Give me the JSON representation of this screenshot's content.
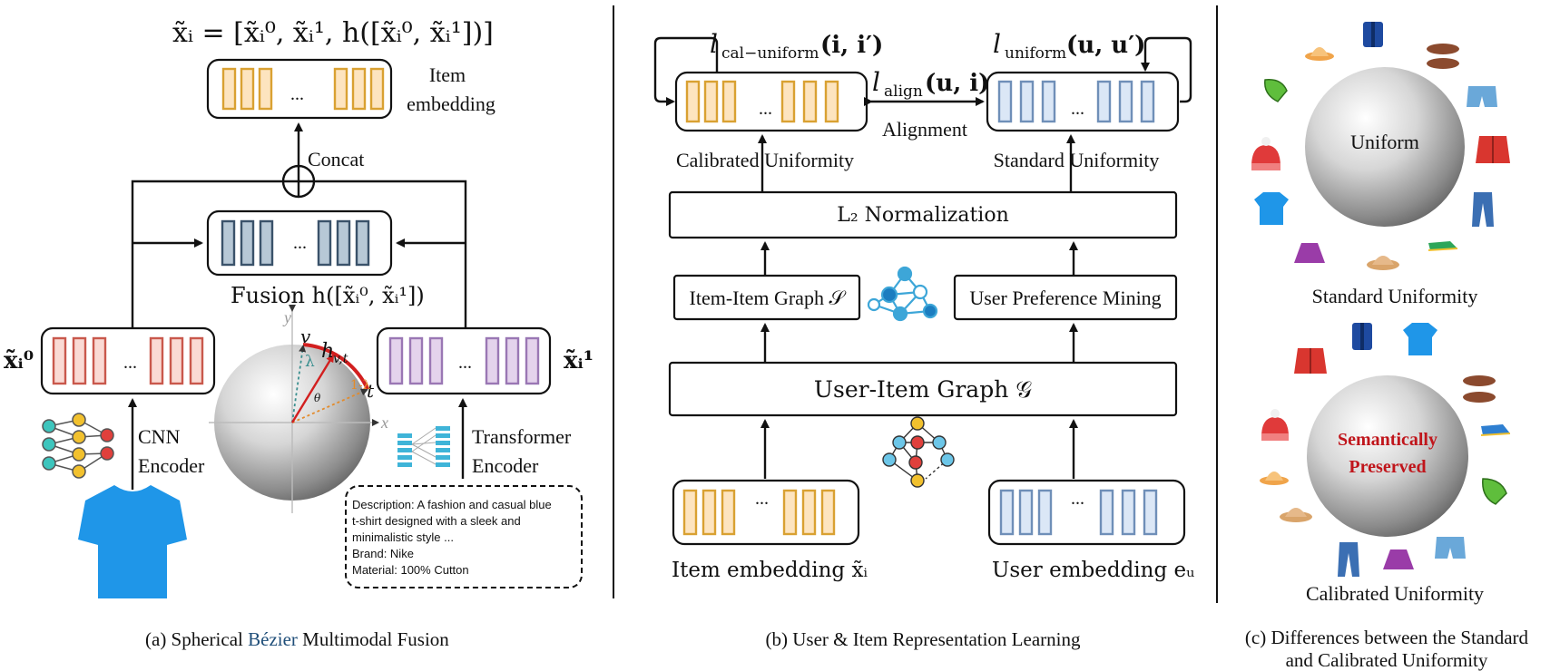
{
  "panel_a": {
    "caption_prefix": "(a) Spherical ",
    "caption_highlight": "Bézier",
    "caption_suffix": " Multimodal Fusion",
    "top_formula": "x̃ᵢ = [x̃ᵢ⁰, x̃ᵢ¹, h([x̃ᵢ⁰, x̃ᵢ¹])]",
    "item_embedding_line1": "Item",
    "item_embedding_line2": "embedding",
    "concat_label": "Concat",
    "fusion_label": "Fusion h([x̃ᵢ⁰, x̃ᵢ¹])",
    "left_vector_label": "x̃ᵢ⁰",
    "right_vector_label": "x̃ᵢ¹",
    "cnn_line1": "CNN",
    "cnn_line2": "Encoder",
    "transformer_line1": "Transformer",
    "transformer_line2": "Encoder",
    "ellipsis": "...",
    "sphere_y": "y",
    "sphere_x": "x",
    "sphere_v": "v",
    "sphere_h": "h",
    "sphere_h_sub": "v,t",
    "sphere_t": "t",
    "sphere_lambda": "λ",
    "sphere_one_minus_lambda": "1-λ",
    "sphere_theta": "θ",
    "description_lines": [
      "Description: A fashion and casual blue",
      "t-shirt designed with a sleek and",
      "minimalistic style ...",
      "Brand: Nike",
      "Material: 100% Cutton"
    ]
  },
  "panel_b": {
    "caption": "(b) User & Item Representation Learning",
    "loss_left": "l",
    "loss_left_sub": "cal−uniform",
    "loss_left_args": "(i, i′)",
    "loss_right": "l",
    "loss_right_sub": "uniform",
    "loss_right_args": "(u, u′)",
    "loss_align": "l",
    "loss_align_sub": "align",
    "loss_align_args": "(u, i)",
    "alignment": "Alignment",
    "calibrated_uniformity": "Calibrated  Uniformity",
    "standard_uniformity": "Standard  Uniformity",
    "l2_norm": "L₂  Normalization",
    "item_item_graph": "Item-Item Graph 𝒮",
    "user_pref_mining": "User Preference Mining",
    "user_item_graph": "User-Item Graph 𝒢",
    "item_embedding": "Item embedding x̃ᵢ",
    "user_embedding": "User embedding eᵤ",
    "ellipsis": "..."
  },
  "panel_c": {
    "caption_line1": "(c) Differences between the Standard",
    "caption_line2": "and Calibrated Uniformity",
    "uniform": "Uniform",
    "standard_uniformity": "Standard Uniformity",
    "semantic_line1": "Semantically",
    "semantic_line2": "Preserved",
    "calibrated_uniformity": "Calibrated Uniformity"
  },
  "colors": {
    "orange_fill": "#fde4bf",
    "orange_stroke": "#d9a132",
    "red_fill": "#fadad4",
    "red_stroke": "#c9584c",
    "slate_fill": "#b7c8d6",
    "slate_stroke": "#3a526a",
    "purple_fill": "#e4d3ec",
    "purple_stroke": "#9a77b4",
    "blue_fill": "#dbe7f6",
    "blue_stroke": "#6f8fb8",
    "shirt_blue": "#1f96e8",
    "semantic_red": "#c0151b",
    "highlight_blue": "#1f4e79"
  }
}
